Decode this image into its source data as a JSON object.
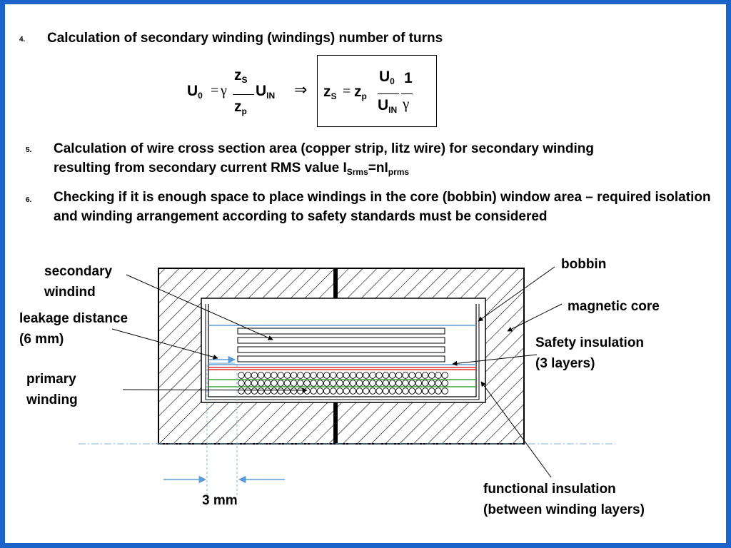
{
  "heading": {
    "num": "4.",
    "text": "Calculation of secondary winding (windings) number of turns"
  },
  "formula": {
    "lhs": "U",
    "lhs_sub": "0",
    "equals": "=",
    "gamma": "γ",
    "num_var": "z",
    "num_sub": "S",
    "den_var": "z",
    "den_sub": "p",
    "uin": "U",
    "uin_sub": "IN",
    "implies": "⇒",
    "box": {
      "zs": "z",
      "zs_sub": "S",
      "equals": "=",
      "zp": "z",
      "zp_sub": "p",
      "frac1_num": "U",
      "frac1_num_sub": "0",
      "frac1_den": "U",
      "frac1_den_sub": "IN",
      "frac2_num": "1",
      "frac2_den": "γ"
    }
  },
  "items": [
    {
      "num": "5.",
      "text_line1": "Calculation of wire cross section area (copper strip, litz wire) for secondary winding",
      "text_line2_pre": "resulting from secondary current RMS value I",
      "sub1": "Srms",
      "mid": "=nI",
      "sub2": "prms"
    },
    {
      "num": "6.",
      "text": "Checking if it is enough space to place windings in the core (bobbin) window area – required isolation and winding arrangement according to safety standards must be considered"
    }
  ],
  "diagram": {
    "labels": {
      "secondary": "secondary\nwindind",
      "leakage": "leakage distance\n(6 mm)",
      "primary": "primary\nwinding",
      "bobbin": "bobbin",
      "core": "magnetic core",
      "safety": "Safety insulation\n(3 layers)",
      "functional": "functional insulation\n(between winding layers)",
      "dimension": "3 mm"
    },
    "colors": {
      "hatch": "#000000",
      "blue_line": "#5b9bd5",
      "red_line": "#e03030",
      "green_line": "#3aa63a",
      "centerline": "#7fb4e0",
      "background_frame": "#1a63c8"
    }
  }
}
